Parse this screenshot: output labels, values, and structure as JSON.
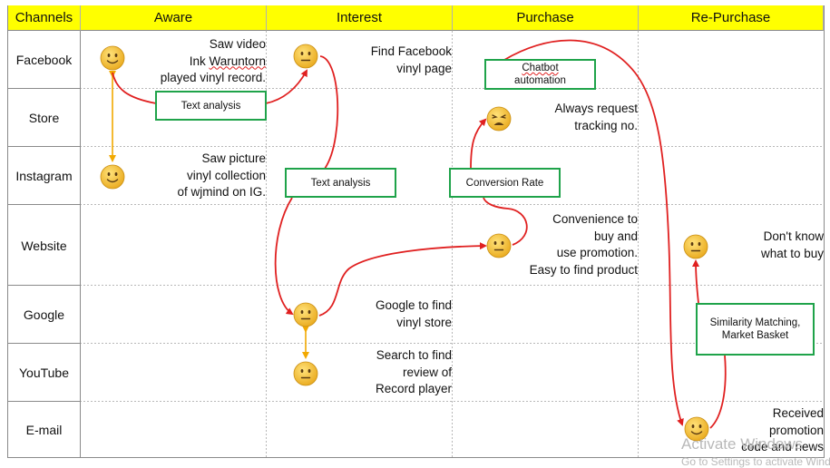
{
  "columns": [
    "Channels",
    "Aware",
    "Interest",
    "Purchase",
    "Re-Purchase"
  ],
  "rows": [
    "Facebook",
    "Store",
    "Instagram",
    "Website",
    "Google",
    "YouTube",
    "E-mail"
  ],
  "notes": {
    "aware_facebook": [
      "Saw video",
      "Ink Waruntorn",
      "played vinyl record."
    ],
    "aware_instagram": [
      "Saw picture",
      "vinyl collection",
      "of wjmind on IG."
    ],
    "interest_facebook": [
      "Find Facebook",
      "vinyl page"
    ],
    "interest_google": [
      "Google to find",
      "vinyl store"
    ],
    "interest_youtube": [
      "Search to find",
      "review of",
      "Record player"
    ],
    "purchase_store": [
      "Always request",
      "tracking no."
    ],
    "purchase_website": [
      "Convenience to",
      "buy and",
      "use promotion.",
      "Easy to find product"
    ],
    "repurchase_website": [
      "Don't know",
      "what to buy"
    ],
    "repurchase_email": [
      "Received",
      "promotion",
      "code and news"
    ]
  },
  "boxes": {
    "text_analysis_aware": "Text analysis",
    "text_analysis_interest": "Text analysis",
    "chatbot": [
      "Chatbot",
      "automation"
    ],
    "conversion_rate": "Conversion Rate",
    "similarity": [
      "Similarity Matching,",
      "Market Basket"
    ]
  },
  "watermark": {
    "line1": "Activate Windows",
    "line2": "Go to Settings to activate Windows."
  },
  "colors": {
    "header_bg": "#ffff00",
    "flow_arrow": "#e02020",
    "link_arrow": "#f2a900",
    "box_border": "#1fa34a",
    "emoji_face": "#f7c646"
  },
  "icons": {
    "neutral": "neutral-face-icon",
    "smile": "smiling-face-icon",
    "weary": "weary-face-icon"
  }
}
